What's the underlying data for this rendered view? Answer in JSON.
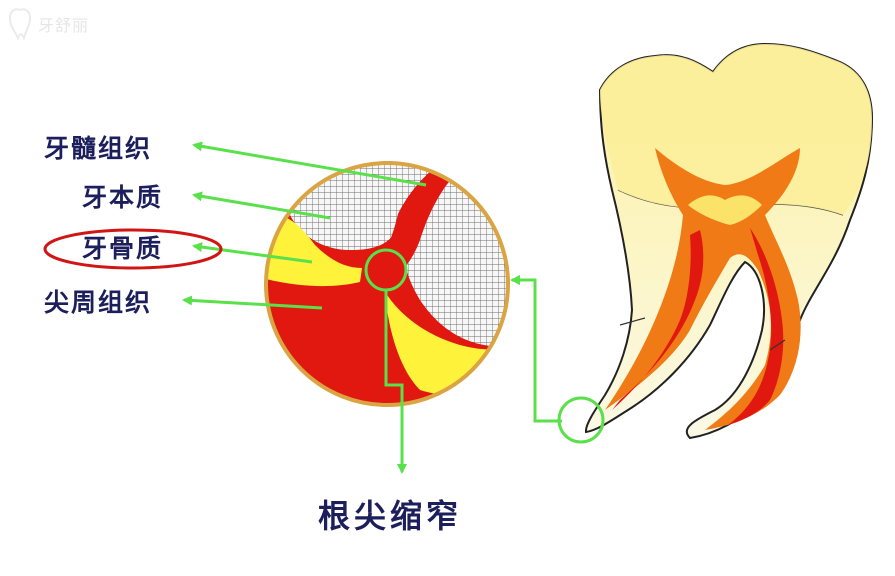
{
  "watermark": {
    "text": "牙舒丽",
    "icon": "tooth-logo-icon"
  },
  "labels": {
    "pulp_tissue": "牙髓组织",
    "dentin": "牙本质",
    "cementum": "牙骨质",
    "periapical_tissue": "尖周组织",
    "apical_constriction": "根尖缩窄"
  },
  "highlight": {
    "circled_label": "牙骨质",
    "ellipse_color": "#d11414"
  },
  "colors": {
    "label_text": "#1c1f5c",
    "arrow": "#59e04a",
    "tissue_red": "#e0180f",
    "tissue_yellow": "#fff23a",
    "mesh": "#cfcfcf",
    "circle_border": "#d9a441",
    "tooth_enamel": "#fcf3a3",
    "tooth_root": "#fbf6c8",
    "pulp_orange": "#f07a16"
  }
}
